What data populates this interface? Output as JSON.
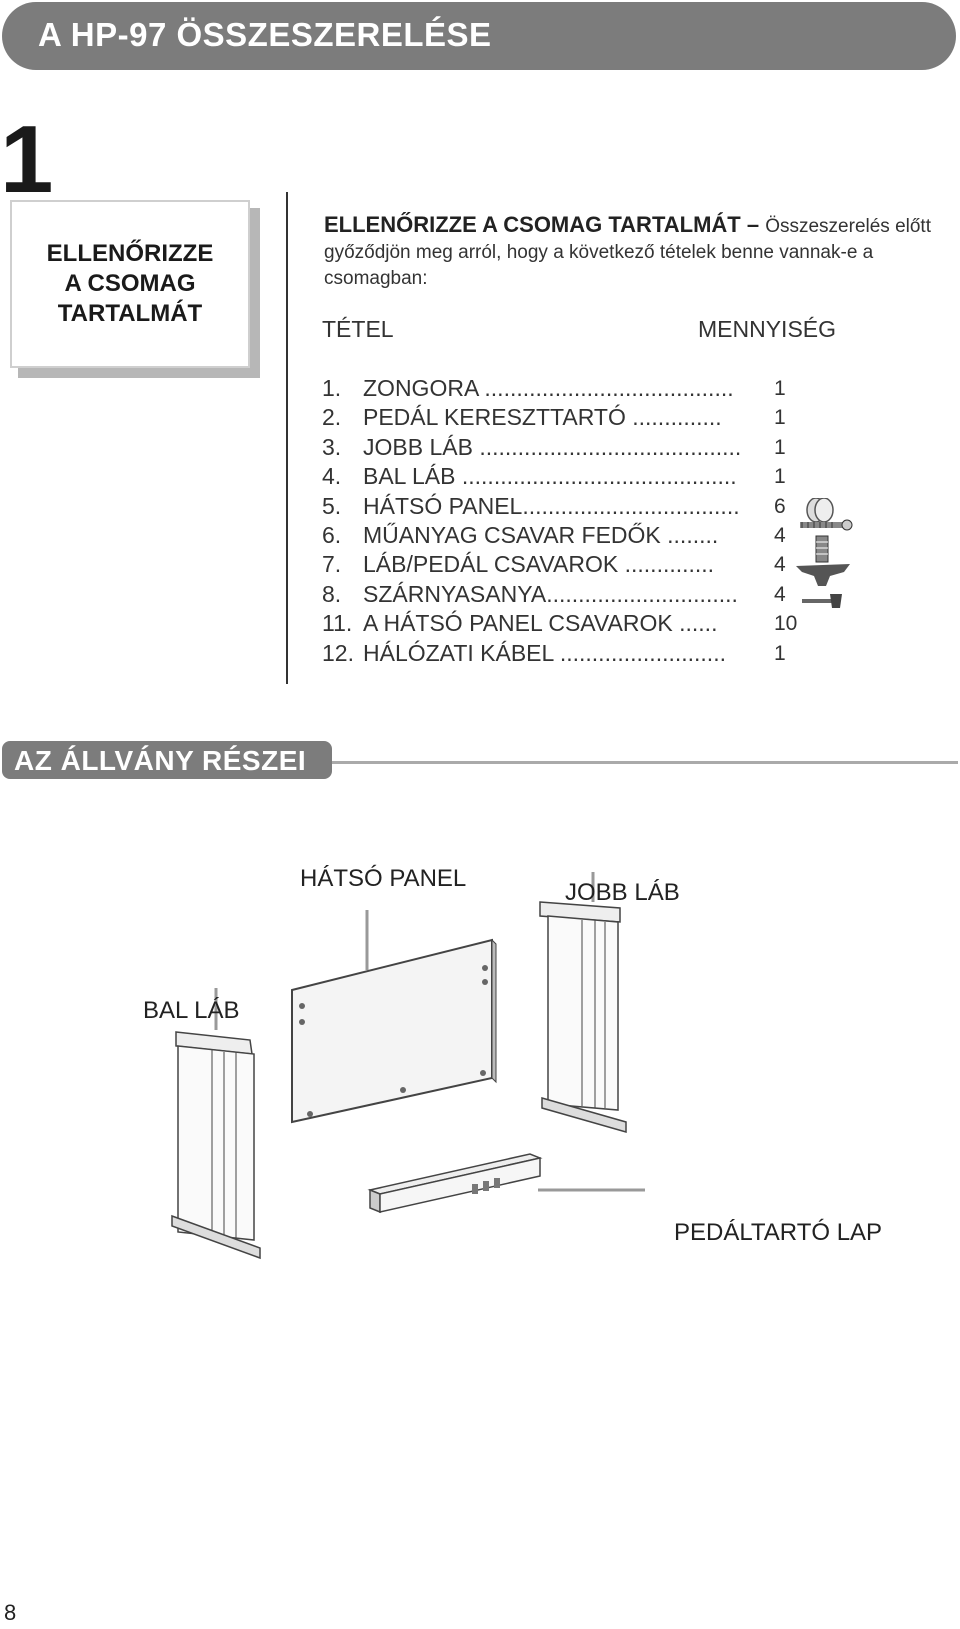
{
  "header": {
    "title": "A HP-97 ÖSSZESZERELÉSE"
  },
  "step": {
    "number": "1",
    "box_label": "ELLENŐRIZZE\nA CSOMAG\nTARTALMÁT"
  },
  "intro": {
    "heading": "ELLENŐRIZZE A CSOMAG TARTALMÁT",
    "dash": " – ",
    "text": "Összeszerelés előtt győződjön meg arról, hogy a következő tételek benne vannak-e a csomagban:"
  },
  "columns": {
    "item": "TÉTEL",
    "quantity": "MENNYISÉG"
  },
  "items": [
    {
      "num": "1.",
      "name": "ZONGORA .......................................",
      "qty": "1"
    },
    {
      "num": "2.",
      "name": "PEDÁL KERESZTTARTÓ ..............",
      "qty": "1"
    },
    {
      "num": "3.",
      "name": "JOBB LÁB .........................................",
      "qty": "1"
    },
    {
      "num": "4.",
      "name": "BAL LÁB ...........................................",
      "qty": "1"
    },
    {
      "num": "5.",
      "name": "HÁTSÓ PANEL..................................",
      "qty": "6"
    },
    {
      "num": "6.",
      "name": "MŰANYAG CSAVAR FEDŐK ........",
      "qty": "4"
    },
    {
      "num": "7.",
      "name": "LÁB/PEDÁL CSAVAROK ..............",
      "qty": "4"
    },
    {
      "num": "8.",
      "name": "SZÁRNYASANYA..............................",
      "qty": "4"
    },
    {
      "num": "11.",
      "name": "A HÁTSÓ PANEL CSAVAROK ......",
      "qty": "10"
    },
    {
      "num": "12.",
      "name": "HÁLÓZATI KÁBEL ..........................",
      "qty": "1"
    }
  ],
  "section": {
    "title": "AZ ÁLLVÁNY RÉSZEI"
  },
  "diagram_labels": {
    "back_panel": "HÁTSÓ PANEL",
    "right_leg": "JOBB LÁB",
    "left_leg": "BAL LÁB",
    "pedal_board": "PEDÁLTARTÓ LAP"
  },
  "page_number": "8"
}
